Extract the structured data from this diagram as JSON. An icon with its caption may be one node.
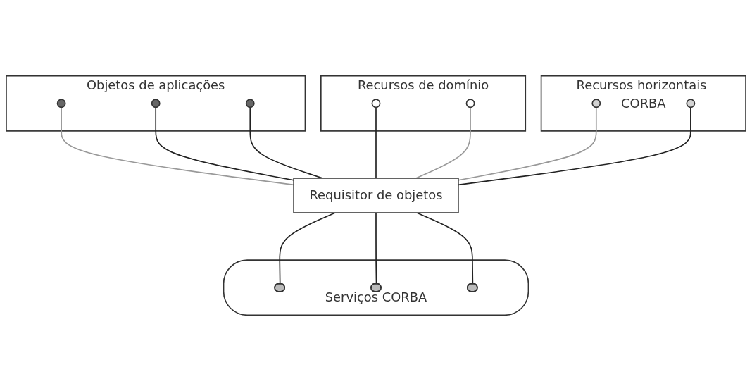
{
  "diagram": {
    "nodes": [
      {
        "text": [
          "Objetos de aplicações"
        ]
      },
      {
        "text": [],
        "shape": "circle",
        "in": 0
      },
      {
        "text": [],
        "shape": "circle",
        "in": 0
      },
      {
        "text": [],
        "shape": "circle",
        "in": 0
      },
      {
        "text": [
          "Recursos de domínio"
        ]
      },
      {
        "text": [],
        "shape": "circle",
        "in": 4
      },
      {
        "text": [],
        "shape": "circle",
        "in": 4
      },
      {
        "text": [
          "Recursos horizontais CORBA"
        ]
      },
      {
        "text": [],
        "shape": "circle",
        "in": 7
      },
      {
        "text": [],
        "shape": "circle",
        "in": 7
      },
      {
        "text": [
          "Requisitor de objetos"
        ]
      },
      {
        "text": [
          "Serviços CORBA"
        ]
      },
      {
        "text": [],
        "shape": "ellipse",
        "in": 11
      },
      {
        "text": [],
        "shape": "ellipse",
        "in": 11
      },
      {
        "text": [],
        "shape": "ellipse",
        "in": 11
      }
    ],
    "edges": [
      {
        "from": 1,
        "to": 10,
        "arrow": "none",
        "color": "#999999"
      },
      {
        "from": 2,
        "to": 10,
        "arrow": "none"
      },
      {
        "from": 3,
        "to": 10,
        "arrow": "none"
      },
      {
        "from": 5,
        "to": 10,
        "arrow": "none"
      },
      {
        "from": 6,
        "to": 10,
        "arrow": "none",
        "color": "#999999"
      },
      {
        "from": 8,
        "to": 10,
        "arrow": "none",
        "color": "#999999"
      },
      {
        "from": 9,
        "to": 10,
        "arrow": "none"
      },
      {
        "from": 10,
        "to": 12,
        "arrow": "none"
      },
      {
        "from": 10,
        "to": 13,
        "arrow": "none"
      },
      {
        "from": 10,
        "to": 14,
        "arrow": "none"
      }
    ]
  }
}
